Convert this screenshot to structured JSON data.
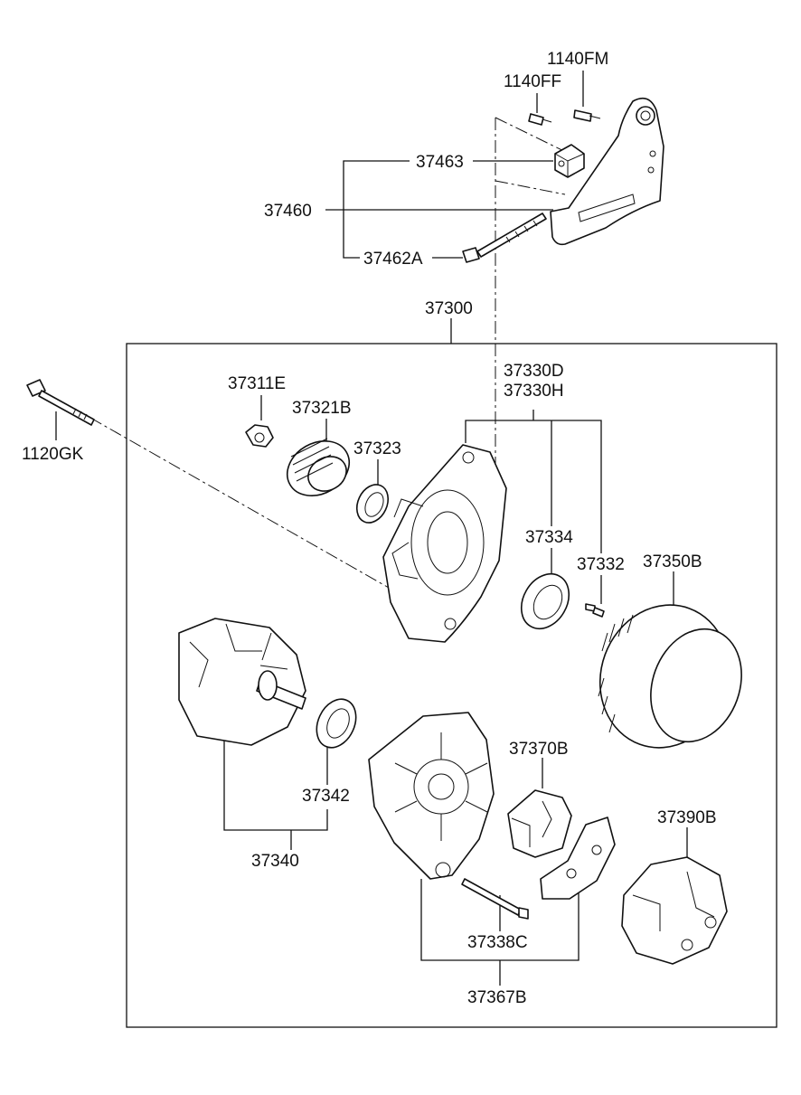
{
  "labels": {
    "p1140fm": "1140FM",
    "p1140ff": "1140FF",
    "p37463": "37463",
    "p37460": "37460",
    "p37462a": "37462A",
    "p37300": "37300",
    "p1120gk": "1120GK",
    "p37311e": "37311E",
    "p37321b": "37321B",
    "p37323": "37323",
    "p37330d": "37330D",
    "p37330h": "37330H",
    "p37334": "37334",
    "p37332": "37332",
    "p37350b": "37350B",
    "p37370b": "37370B",
    "p37390b": "37390B",
    "p37342": "37342",
    "p37340": "37340",
    "p37338c": "37338C",
    "p37367b": "37367B"
  }
}
